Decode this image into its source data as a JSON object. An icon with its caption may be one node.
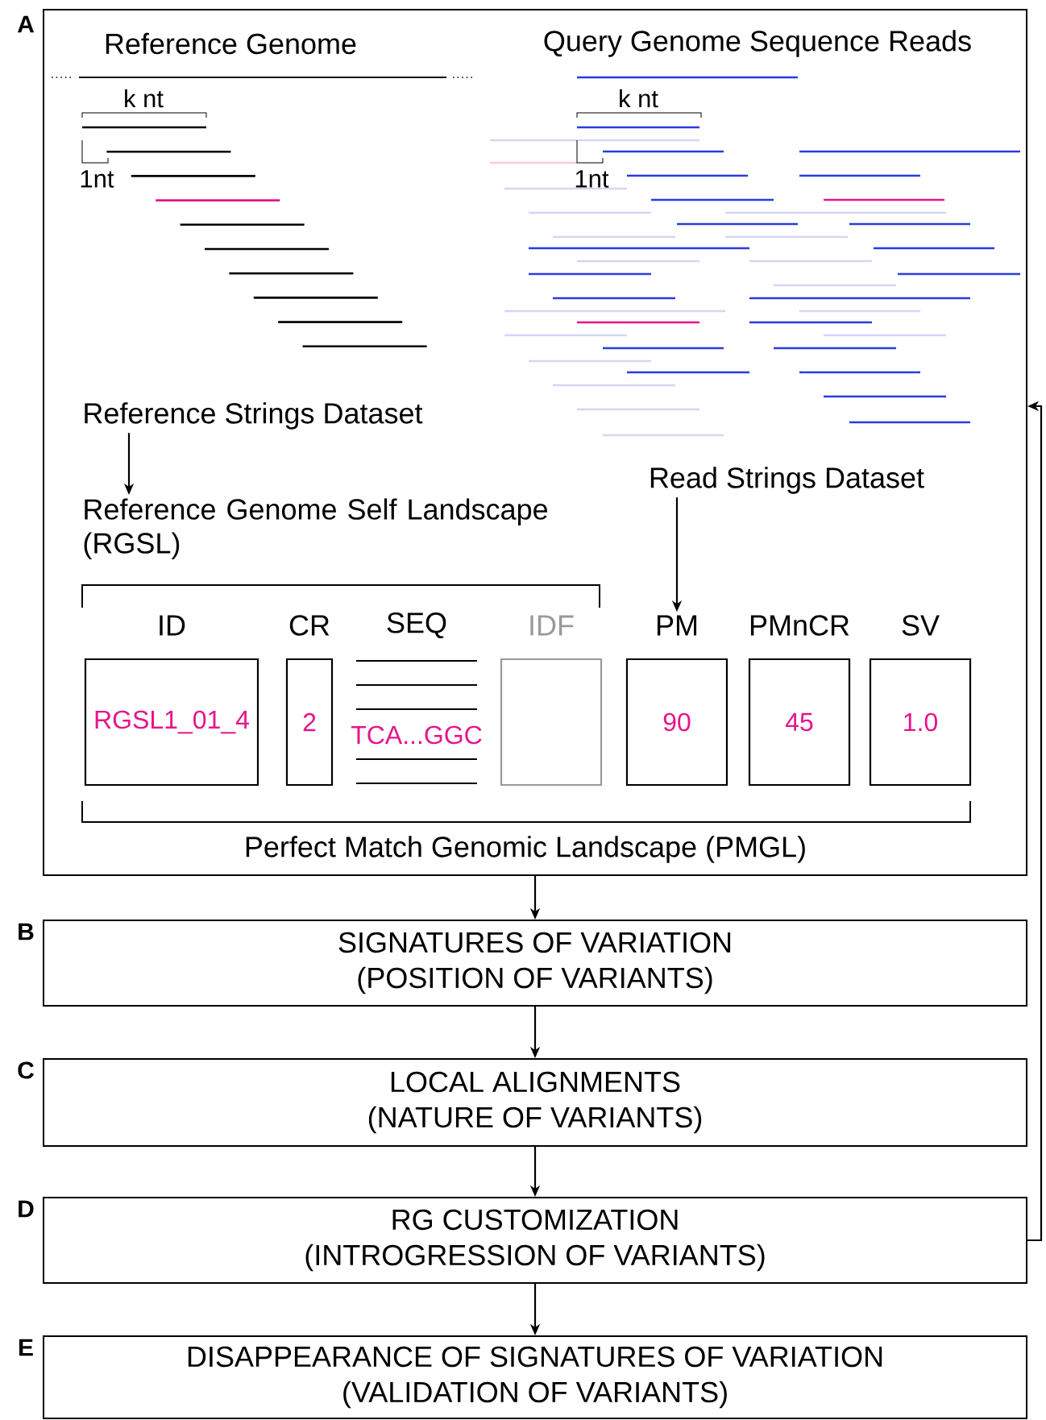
{
  "diagram": {
    "nodes": [
      {
        "text": [
          "A"
        ]
      },
      {
        "text": [
          "Reference Strings Dataset"
        ],
        "in": 0
      },
      {
        "text": [
          "Reference Genome Self Landscape (RGSL)"
        ],
        "in": 0
      },
      {
        "text": [
          "Read Strings Dataset"
        ],
        "in": 0
      },
      {
        "text": [
          "ID",
          "RGSL1_01_4"
        ],
        "in": 0
      },
      {
        "text": [
          "CR",
          "2"
        ],
        "in": 0
      },
      {
        "text": [
          "SEQ",
          "TCA...GGC"
        ],
        "in": 0
      },
      {
        "text": [
          "IDF"
        ],
        "in": 0
      },
      {
        "text": [
          "PM",
          "90"
        ],
        "in": 0
      },
      {
        "text": [
          "PMnCR",
          "45"
        ],
        "in": 0
      },
      {
        "text": [
          "SV",
          "1.0"
        ],
        "in": 0
      },
      {
        "text": [
          "B",
          "SIGNATURES OF VARIATION (POSITION OF VARIANTS)"
        ]
      },
      {
        "text": [
          "C",
          "LOCAL ALIGNMENTS (NATURE OF VARIANTS)"
        ]
      },
      {
        "text": [
          "D",
          "RG CUSTOMIZATION (INTROGRESSION OF VARIANTS)"
        ]
      },
      {
        "text": [
          "E",
          "DISAPPEARANCE OF SIGNATURES OF VARIATION (VALIDATION OF VARIANTS)"
        ]
      }
    ],
    "edges": [
      {
        "from": 1,
        "to": 2,
        "arrow": "to"
      },
      {
        "from": 3,
        "to": 8,
        "arrow": "to"
      },
      {
        "from": 0,
        "to": 11,
        "arrow": "to"
      },
      {
        "from": 11,
        "to": 12,
        "arrow": "to"
      },
      {
        "from": 12,
        "to": 13,
        "arrow": "to"
      },
      {
        "from": 13,
        "to": 14,
        "arrow": "to"
      },
      {
        "from": 13,
        "to": 0,
        "arrow": "to"
      }
    ],
    "labels": [
      "Reference Genome",
      "Query Genome Sequence Reads",
      "k nt",
      "1nt",
      "k nt",
      "1nt",
      "Perfect Match Genomic Landscape (PMGL)"
    ]
  }
}
